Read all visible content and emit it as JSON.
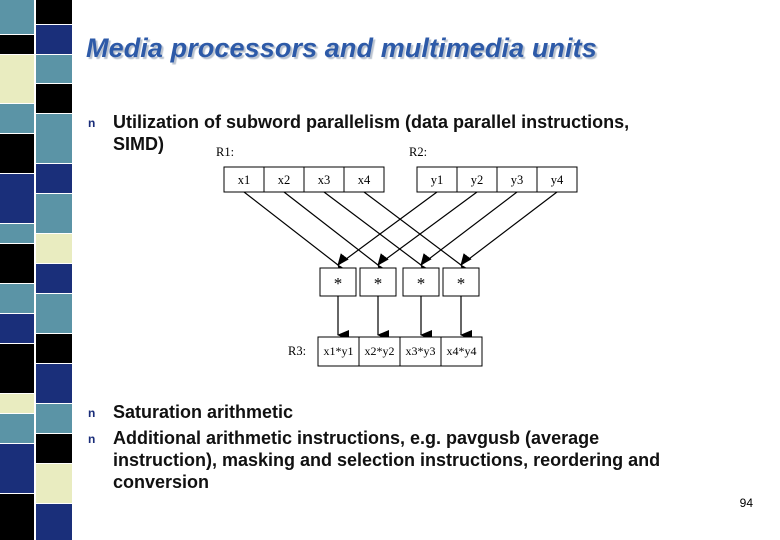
{
  "slide": {
    "title": "Media processors and multimedia units",
    "page_number": "94",
    "bullet_glyph": "n",
    "bullets": [
      {
        "lines": [
          "Utilization of subword parallelism (data parallel instructions,",
          "SIMD)"
        ]
      },
      {
        "lines": [
          "Saturation arithmetic"
        ]
      },
      {
        "lines": [
          "Additional arithmetic instructions, e.g. pavgusb (average",
          "instruction), masking and selection instructions, reordering and",
          "conversion"
        ]
      }
    ]
  },
  "diagram": {
    "r1_label": "R1:",
    "r2_label": "R2:",
    "r3_label": "R3:",
    "r1_cells": [
      "x1",
      "x2",
      "x3",
      "x4"
    ],
    "r2_cells": [
      "y1",
      "y2",
      "y3",
      "y4"
    ],
    "multipliers": [
      "*",
      "*",
      "*",
      "*"
    ],
    "r3_cells": [
      "x1*y1",
      "x2*y2",
      "x3*y3",
      "x4*y4"
    ]
  },
  "colors": {
    "title": "#2d5aa8",
    "bullet": "#1a2d7a",
    "stripe_dark": "#000000",
    "stripe_navy": "#1a2f7a",
    "stripe_teal": "#5b94a6",
    "stripe_cream": "#e9ecc0"
  }
}
